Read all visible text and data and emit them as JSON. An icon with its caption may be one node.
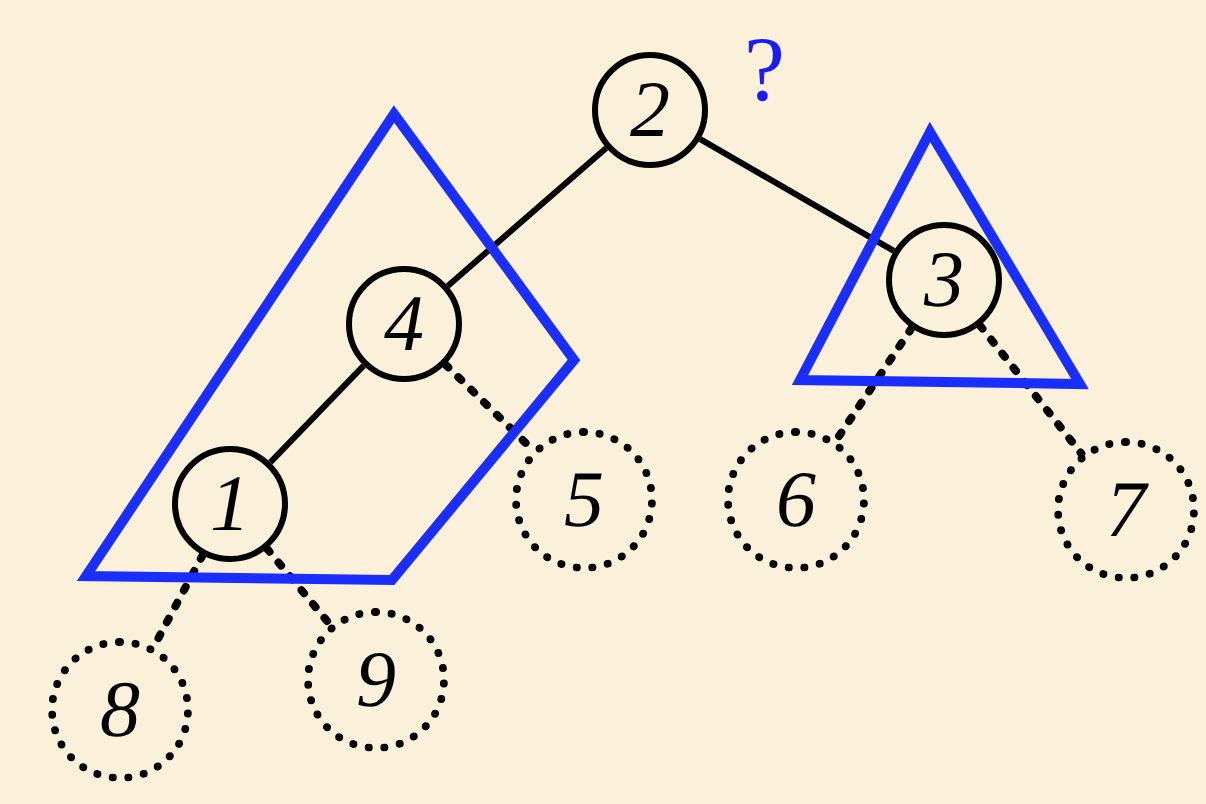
{
  "diagram": {
    "nodes": [
      {
        "text": [
          "2"
        ]
      },
      {
        "text": [
          "4"
        ]
      },
      {
        "text": [
          "1"
        ]
      },
      {
        "text": [
          "3"
        ]
      },
      {
        "text": [
          "5"
        ]
      },
      {
        "text": [
          "6"
        ]
      },
      {
        "text": [
          "7"
        ]
      },
      {
        "text": [
          "8"
        ]
      },
      {
        "text": [
          "9"
        ]
      }
    ],
    "edges": [
      {
        "from": 0,
        "to": 1,
        "arrow": "none"
      },
      {
        "from": 1,
        "to": 2,
        "arrow": "none"
      },
      {
        "from": 0,
        "to": 3,
        "arrow": "none"
      },
      {
        "from": 1,
        "to": 4,
        "arrow": "none",
        "style": "dashed"
      },
      {
        "from": 2,
        "to": 7,
        "arrow": "none",
        "style": "dashed"
      },
      {
        "from": 2,
        "to": 8,
        "arrow": "none",
        "style": "dashed"
      },
      {
        "from": 3,
        "to": 5,
        "arrow": "none",
        "style": "dashed"
      },
      {
        "from": 3,
        "to": 6,
        "arrow": "none",
        "style": "dashed"
      }
    ],
    "labels": [
      "?"
    ]
  }
}
